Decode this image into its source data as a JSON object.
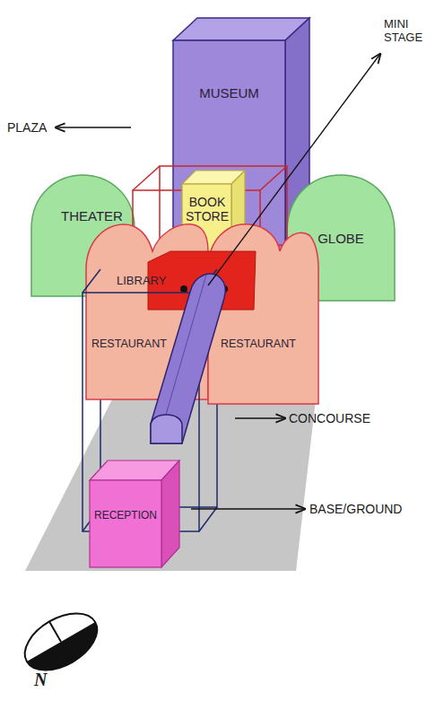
{
  "diagram": {
    "nodes": [
      {
        "text": [
          "MUSEUM"
        ]
      },
      {
        "text": [
          "BOOK STORE"
        ]
      },
      {
        "text": [
          "THEATER"
        ]
      },
      {
        "text": [
          "GLOBE"
        ]
      },
      {
        "text": [
          "LIBRARY"
        ]
      },
      {
        "text": [
          "RESTAURANT"
        ]
      },
      {
        "text": [
          "RESTAURANT"
        ]
      },
      {
        "text": [
          "RECEPTION"
        ]
      }
    ],
    "labels": [
      "PLAZA",
      "MINI STAGE",
      "CONCOURSE",
      "BASE/GROUND",
      "N"
    ]
  }
}
